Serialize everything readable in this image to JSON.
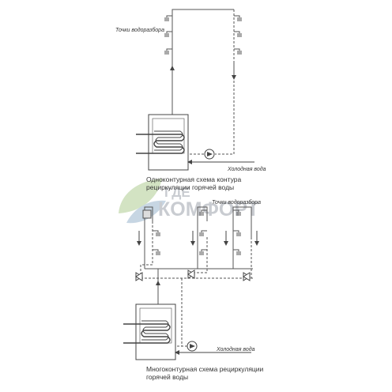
{
  "watermark": {
    "line1": "ГДЕ",
    "line2": "КОМФОРТ",
    "colors": {
      "text": "#c9ccd1",
      "leaf_green": "#d3e3c3",
      "leaf_blue": "#c7d6e3"
    }
  },
  "top_scheme": {
    "tap_points_label": "Точки водоразбора",
    "cold_water_label": "Холодная вода",
    "caption_line1": "Одноконтурная схема контура",
    "caption_line2": "рециркуляции горячей воды"
  },
  "bottom_scheme": {
    "tap_points_label": "Точки водоразбора",
    "cold_water_label": "Холодная вода",
    "caption_line1": "Многоконтурная схема рециркуляции",
    "caption_line2": "горячей воды"
  },
  "colors": {
    "line": "#555555",
    "stroke": "#444444",
    "text": "#333333"
  },
  "icons": [
    "boiler-tank",
    "heating-coil",
    "circulation-pump",
    "balancing-valve",
    "tap-point",
    "flow-arrow"
  ]
}
